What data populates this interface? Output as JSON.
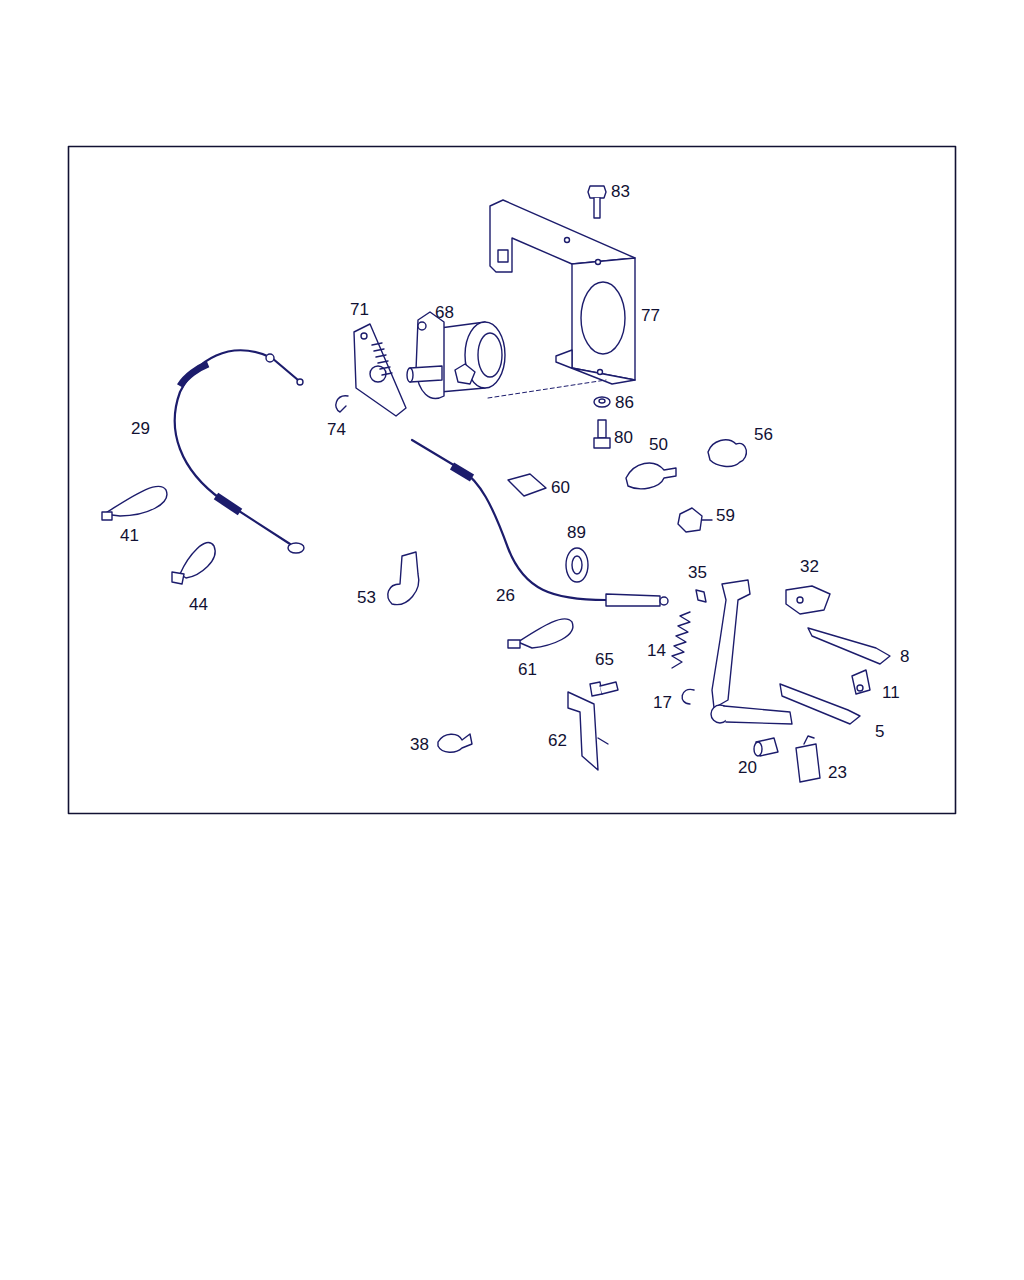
{
  "diagram": {
    "labels": [
      "83",
      "71",
      "68",
      "77",
      "29",
      "74",
      "86",
      "80",
      "50",
      "56",
      "60",
      "59",
      "41",
      "89",
      "44",
      "53",
      "26",
      "35",
      "32",
      "8",
      "61",
      "14",
      "65",
      "11",
      "17",
      "5",
      "62",
      "38",
      "20",
      "23"
    ]
  }
}
